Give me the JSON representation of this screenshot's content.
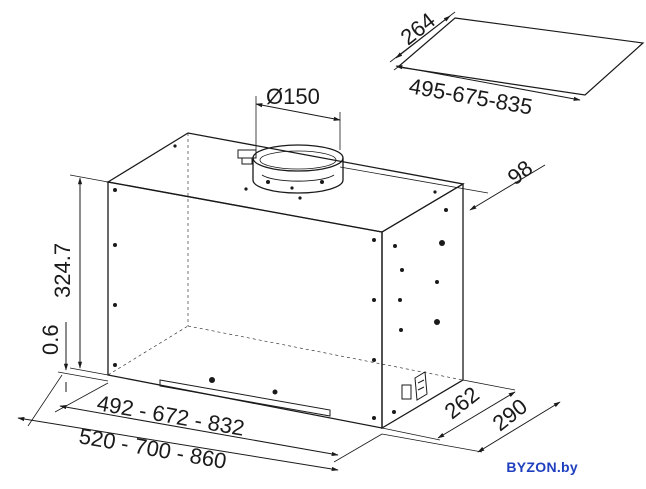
{
  "dimensions": {
    "filter_width": "264",
    "filter_length": "495-675-835",
    "duct_diameter": "Ø150",
    "duct_offset": "98",
    "height": "324.7",
    "gap": "0.6",
    "inner_width": "492 - 672 - 832",
    "outer_width": "520 - 700 - 860",
    "inner_depth": "262",
    "outer_depth": "290"
  },
  "watermark": "BYZON.by",
  "colors": {
    "line": "#1a1a1a",
    "box_face": "#ffffff",
    "brand": "#1e3fbf"
  }
}
